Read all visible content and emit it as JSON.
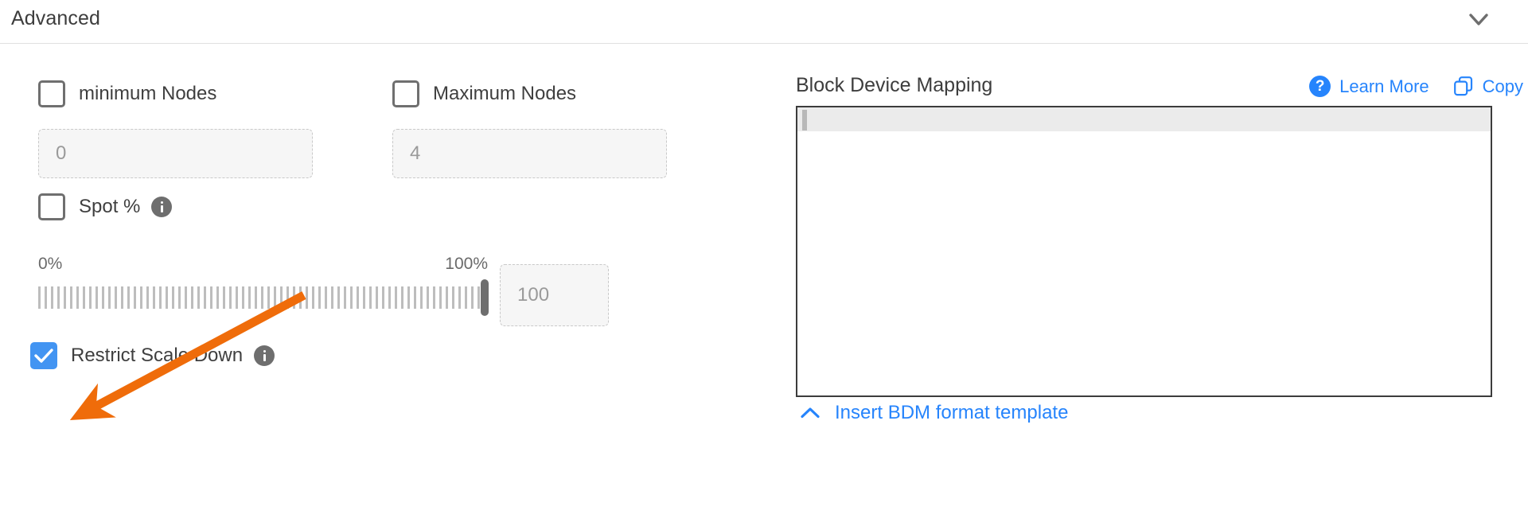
{
  "section": {
    "title": "Advanced",
    "collapse_icon": "chevron-down-icon"
  },
  "left": {
    "min_nodes": {
      "label": "minimum Nodes",
      "checked": false,
      "input_placeholder": "0"
    },
    "max_nodes": {
      "label": "Maximum Nodes",
      "checked": false,
      "input_placeholder": "4"
    },
    "spot": {
      "label": "Spot %",
      "checked": false,
      "info_icon": "info-icon"
    },
    "slider": {
      "min_label": "0%",
      "max_label": "100%",
      "value": 100,
      "value_placeholder": "100"
    },
    "restrict_scale_down": {
      "label": "Restrict Scale Down",
      "checked": true,
      "info_icon": "info-icon"
    }
  },
  "right": {
    "title": "Block Device Mapping",
    "learn_more": {
      "label": "Learn More",
      "icon": "question-mark-circle-icon"
    },
    "copy": {
      "label": "Copy",
      "icon": "copy-icon"
    },
    "editor": {
      "content": "",
      "active_line": 1
    },
    "insert_template": {
      "label": "Insert BDM format template",
      "icon": "chevron-up-icon"
    }
  },
  "annotation": {
    "type": "arrow",
    "color": "#ef6c0a",
    "points_to": "restrict-scale-down-checkbox"
  },
  "colors": {
    "accent_blue": "#2684fc",
    "checkbox_blue": "#4294f2",
    "annotation_orange": "#ef6c0a",
    "text_dark": "#3d3d3d",
    "border_gray": "#c9c9c9"
  }
}
